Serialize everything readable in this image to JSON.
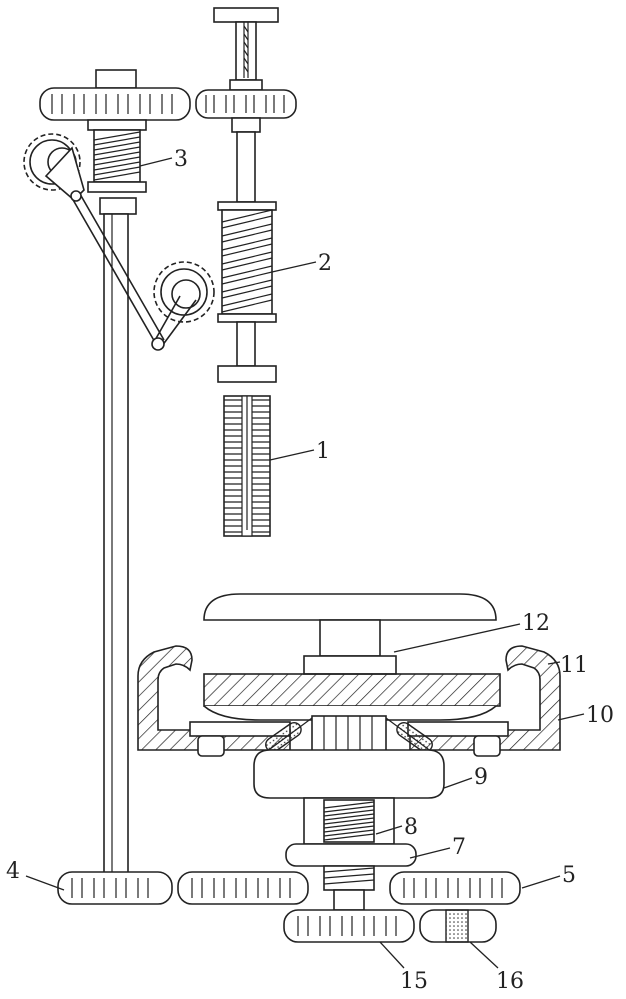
{
  "labels": {
    "l1": "1",
    "l2": "2",
    "l3": "3",
    "l4": "4",
    "l5": "5",
    "l7": "7",
    "l8": "8",
    "l9": "9",
    "l10": "10",
    "l11": "11",
    "l12": "12",
    "l15": "15",
    "l16": "16"
  }
}
